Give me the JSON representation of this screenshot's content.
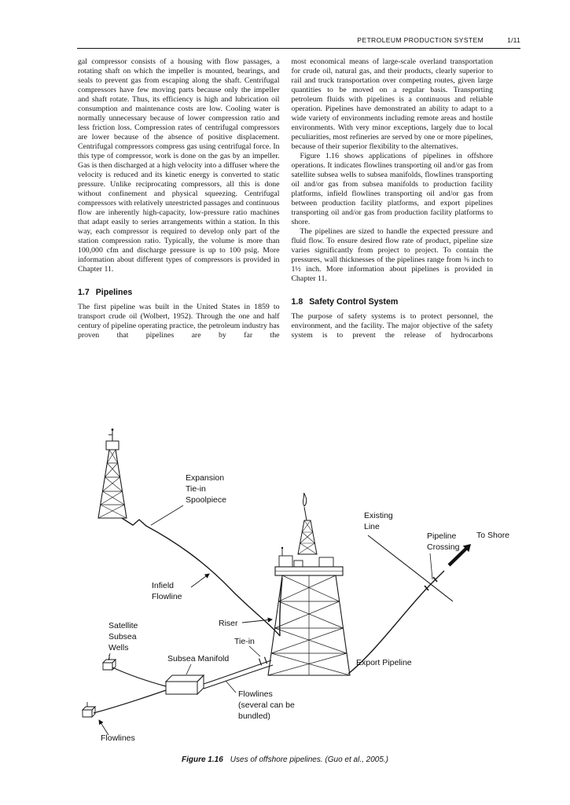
{
  "header": {
    "title": "PETROLEUM PRODUCTION SYSTEM",
    "page": "1/11"
  },
  "left": {
    "para1": "gal compressor consists of a housing with flow passages, a rotating shaft on which the impeller is mounted, bearings, and seals to prevent gas from escaping along the shaft. Centrifugal compressors have few moving parts because only the impeller and shaft rotate. Thus, its efficiency is high and lubrication oil consumption and maintenance costs are low. Cooling water is normally unnecessary because of lower compression ratio and less friction loss. Compression rates of centrifugal compressors are lower because of the absence of positive displacement. Centrifugal compressors compress gas using centrifugal force. In this type of compressor, work is done on the gas by an impeller. Gas is then discharged at a high velocity into a diffuser where the velocity is reduced and its kinetic energy is converted to static pressure. Unlike reciprocating compressors, all this is done without confinement and physical squeezing. Centrifugal compressors with relatively unrestricted passages and continuous flow are inherently high-capacity, low-pressure ratio machines that adapt easily to series arrangements within a station. In this way, each compressor is required to develop only part of the station compression ratio. Typically, the volume is more than 100,000 cfm and discharge pressure is up to 100 psig. More information about different types of compressors is provided in Chapter 11.",
    "heading": {
      "number": "1.7",
      "title": "Pipelines"
    },
    "para2": "The first pipeline was built in the United States in 1859 to transport crude oil (Wolbert, 1952). Through the one and half century of pipeline operating practice, the petroleum industry has proven that pipelines are by far the"
  },
  "right": {
    "para1": "most economical means of large-scale overland transportation for crude oil, natural gas, and their products, clearly superior to rail and truck transportation over competing routes, given large quantities to be moved on a regular basis. Transporting petroleum fluids with pipelines is a continuous and reliable operation. Pipelines have demonstrated an ability to adapt to a wide variety of environments including remote areas and hostile environments. With very minor exceptions, largely due to local peculiarities, most refineries are served by one or more pipelines, because of their superior flexibility to the alternatives.",
    "para2": "Figure 1.16 shows applications of pipelines in offshore operations. It indicates flowlines transporting oil and/or gas from satellite subsea wells to subsea manifolds, flowlines transporting oil and/or gas from subsea manifolds to production facility platforms, infield flowlines transporting oil and/or gas from between production facility platforms, and export pipelines transporting oil and/or gas from production facility platforms to shore.",
    "para3": "The pipelines are sized to handle the expected pressure and fluid flow. To ensure desired flow rate of product, pipeline size varies significantly from project to project. To contain the pressures, wall thicknesses of the pipelines range from ⅜ inch to 1½ inch. More information about pipelines is provided in Chapter 11.",
    "heading": {
      "number": "1.8",
      "title": "Safety Control System"
    },
    "para4": "The purpose of safety systems is to protect personnel, the environment, and the facility. The major objective of the safety system is to prevent the release of hydrocarbons"
  },
  "figure": {
    "labels": {
      "expansion": [
        "Expansion",
        "Tie-in",
        "Spoolpiece"
      ],
      "existing_line": [
        "Existing",
        "Line"
      ],
      "pipeline_crossing": [
        "Pipeline",
        "Crossing"
      ],
      "to_shore": "To Shore",
      "infield_flowline": [
        "Infield",
        "Flowline"
      ],
      "riser": "Riser",
      "satellite_subsea_wells": [
        "Satellite",
        "Subsea",
        "Wells"
      ],
      "tie_in": "Tie-in",
      "subsea_manifold": "Subsea Manifold",
      "export_pipeline": "Export Pipeline",
      "flowlines_bundled": [
        "Flowlines",
        "(several can be",
        "bundled)"
      ],
      "flowlines": "Flowlines"
    },
    "caption": {
      "label": "Figure 1.16",
      "text": "Uses of offshore pipelines. (Guo et al., 2005.)"
    }
  },
  "colors": {
    "ink": "#111111",
    "paper": "#ffffff"
  }
}
